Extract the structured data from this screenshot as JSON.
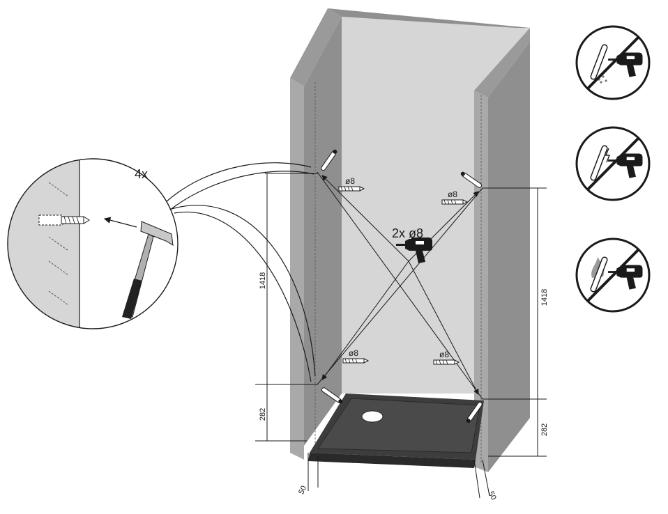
{
  "labels": {
    "count": "4x",
    "center_drill": "2x ø8",
    "anchor_size": "ø8",
    "height_upper": "1418",
    "height_lower": "282",
    "offset": "50"
  },
  "warnings": [
    {
      "hazard": "water-pipe",
      "icon": "water-pipe-icon"
    },
    {
      "hazard": "electric-cable",
      "icon": "electric-cable-icon"
    },
    {
      "hazard": "gas-pipe",
      "icon": "gas-pipe-icon"
    }
  ],
  "colors": {
    "wall_face": "#d6d6d6",
    "wall_dark": "#8f8f90",
    "wall_side": "#a9a9aa",
    "tray": "#3d3d3d",
    "line": "#1a1a1a"
  }
}
